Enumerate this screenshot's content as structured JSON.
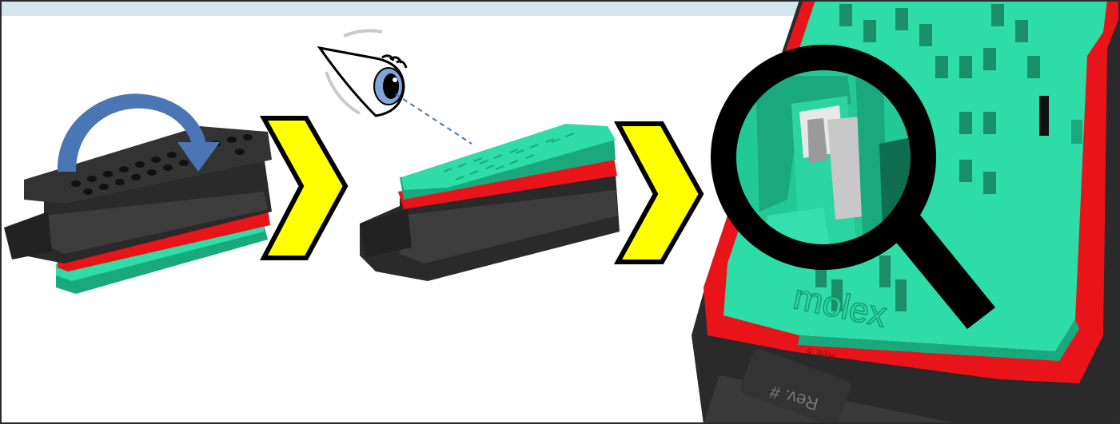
{
  "header": {
    "band_color": "#d4e6ee"
  },
  "colors": {
    "housing": "#2a2a2a",
    "housing_light": "#3d3d3d",
    "seal": "#e8141a",
    "lock_plate": "#2ddca6",
    "lock_plate_dark": "#1aa97c",
    "flip_arrow": "#4b76b5",
    "chevron_fill": "#ffff00",
    "chevron_stroke": "#000000",
    "magnifier": "#000000",
    "eye_iris": "#7fa6d6"
  },
  "steps": [
    {
      "name": "flip-connector"
    },
    {
      "name": "inspect-lock-plate"
    },
    {
      "name": "verify-terminal-latch"
    }
  ],
  "closeup": {
    "logo_text": "molex",
    "rev_text": "Rev. #",
    "rev_text_2": "Rev. #"
  }
}
